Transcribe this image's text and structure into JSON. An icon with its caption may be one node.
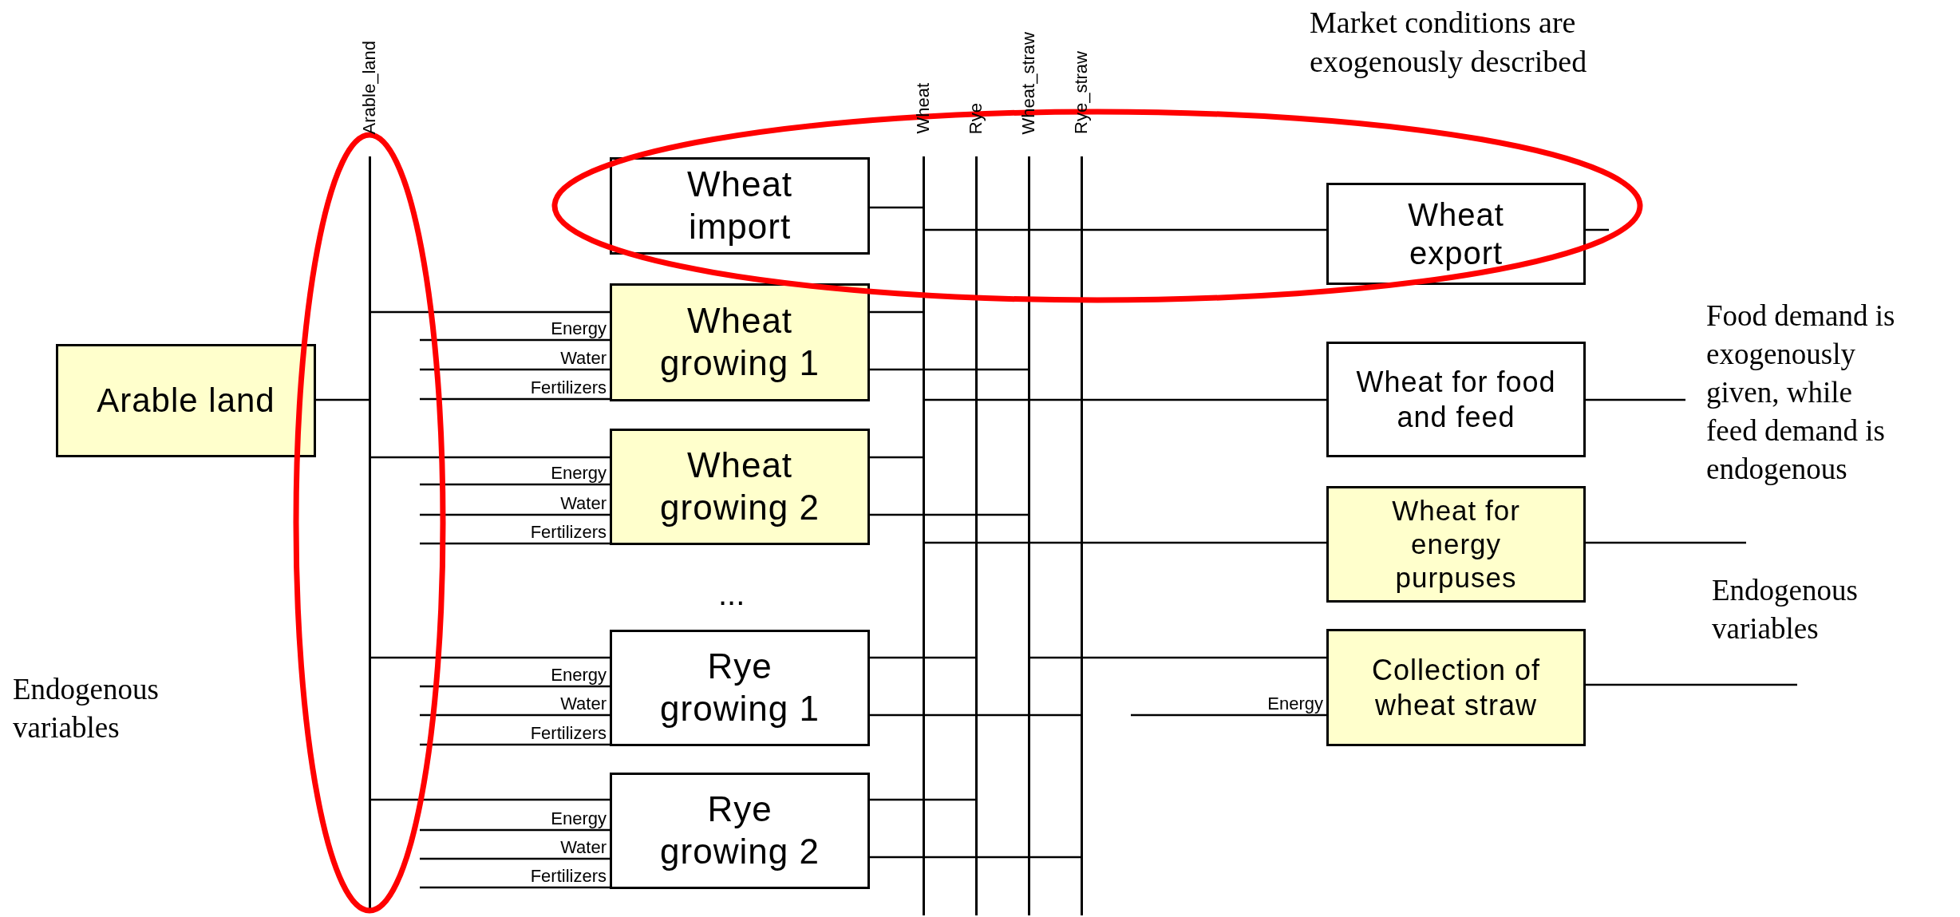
{
  "diagram": {
    "nodes": [
      {
        "text": [
          "Arable land"
        ]
      },
      {
        "text": [
          "Arable_land"
        ]
      },
      {
        "text": [
          "Wheat"
        ]
      },
      {
        "text": [
          "Rye"
        ]
      },
      {
        "text": [
          "Wheat_straw"
        ]
      },
      {
        "text": [
          "Rye_straw"
        ]
      },
      {
        "text": [
          "Wheat import"
        ]
      },
      {
        "text": [
          "Wheat growing 1"
        ]
      },
      {
        "text": [
          "Wheat growing 2"
        ]
      },
      {
        "text": [
          "Rye growing 1"
        ]
      },
      {
        "text": [
          "Rye growing 2"
        ]
      },
      {
        "text": [
          "Wheat export"
        ]
      },
      {
        "text": [
          "Wheat for food and feed"
        ]
      },
      {
        "text": [
          "Wheat for energy purpuses"
        ]
      },
      {
        "text": [
          "Collection of wheat straw"
        ]
      }
    ],
    "edges": [
      {
        "from": 0,
        "to": 1,
        "arrow": "none"
      },
      {
        "from": 1,
        "to": 7,
        "arrow": "none"
      },
      {
        "from": 1,
        "to": 8,
        "arrow": "none"
      },
      {
        "from": 1,
        "to": 9,
        "arrow": "none"
      },
      {
        "from": 1,
        "to": 10,
        "arrow": "none"
      },
      {
        "from": 6,
        "to": 2,
        "arrow": "none"
      },
      {
        "from": 7,
        "to": 2,
        "arrow": "none"
      },
      {
        "from": 7,
        "to": 4,
        "arrow": "none"
      },
      {
        "from": 8,
        "to": 2,
        "arrow": "none"
      },
      {
        "from": 8,
        "to": 4,
        "arrow": "none"
      },
      {
        "from": 9,
        "to": 3,
        "arrow": "none"
      },
      {
        "from": 9,
        "to": 5,
        "arrow": "none"
      },
      {
        "from": 10,
        "to": 3,
        "arrow": "none"
      },
      {
        "from": 10,
        "to": 5,
        "arrow": "none"
      },
      {
        "from": 2,
        "to": 11,
        "arrow": "none"
      },
      {
        "from": 2,
        "to": 12,
        "arrow": "none"
      },
      {
        "from": 2,
        "to": 13,
        "arrow": "none"
      },
      {
        "from": 4,
        "to": 14,
        "arrow": "none"
      },
      {
        "from": 11,
        "to": null,
        "arrow": "none"
      },
      {
        "from": 12,
        "to": null,
        "arrow": "none"
      },
      {
        "from": 13,
        "to": null,
        "arrow": "none"
      },
      {
        "from": 14,
        "to": null,
        "arrow": "none"
      },
      {
        "from": null,
        "to": 14,
        "arrow": "none",
        "label": "Energy"
      },
      {
        "from": null,
        "to": 7,
        "arrow": "none",
        "label": "Energy"
      },
      {
        "from": null,
        "to": 7,
        "arrow": "none",
        "label": "Water"
      },
      {
        "from": null,
        "to": 7,
        "arrow": "none",
        "label": "Fertilizers"
      },
      {
        "from": null,
        "to": 8,
        "arrow": "none",
        "label": "Energy"
      },
      {
        "from": null,
        "to": 8,
        "arrow": "none",
        "label": "Water"
      },
      {
        "from": null,
        "to": 8,
        "arrow": "none",
        "label": "Fertilizers"
      },
      {
        "from": null,
        "to": 9,
        "arrow": "none",
        "label": "Energy"
      },
      {
        "from": null,
        "to": 9,
        "arrow": "none",
        "label": "Water"
      },
      {
        "from": null,
        "to": 9,
        "arrow": "none",
        "label": "Fertilizers"
      },
      {
        "from": null,
        "to": 10,
        "arrow": "none",
        "label": "Energy"
      },
      {
        "from": null,
        "to": 10,
        "arrow": "none",
        "label": "Water"
      },
      {
        "from": null,
        "to": 10,
        "arrow": "none",
        "label": "Fertilizers"
      }
    ],
    "labels": [
      "Market conditions are exogenously described",
      "Food demand is exogenously given, while feed demand is endogenous",
      "Endogenous variables",
      "...",
      "Endogenous variables"
    ]
  }
}
